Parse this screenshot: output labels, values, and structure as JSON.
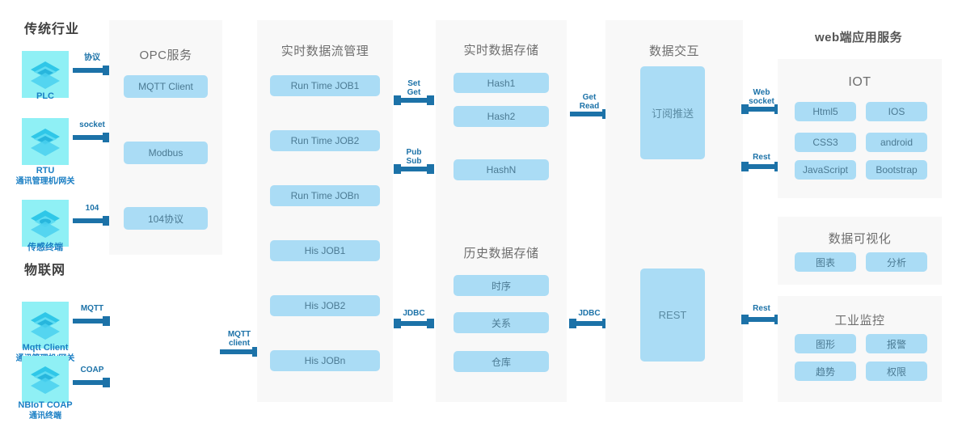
{
  "diagram": {
    "sections": {
      "traditional_industry": "传统行业",
      "iot": "物联网",
      "web_app_services": "web端应用服务"
    },
    "devices": [
      {
        "name": "PLC",
        "sub": "",
        "protocol": "协议"
      },
      {
        "name": "RTU",
        "sub": "通讯管理机/网关",
        "protocol": "socket"
      },
      {
        "name": "传感终端",
        "sub": "",
        "protocol": "104"
      },
      {
        "name": "Mqtt Client",
        "sub": "通讯管理机/网关",
        "protocol": "MQTT"
      },
      {
        "name": "NBIoT COAP",
        "sub": "通讯终端",
        "protocol": "COAP"
      }
    ],
    "opc_service": {
      "title": "OPC服务",
      "items": [
        "MQTT Client",
        "Modbus",
        "104协议"
      ]
    },
    "realtime_stream": {
      "title": "实时数据流管理",
      "items": [
        "Run Time JOB1",
        "Run Time JOB2",
        "Run Time JOBn",
        "His JOB1",
        "His JOB2",
        "His JOBn"
      ]
    },
    "realtime_storage": {
      "title": "实时数据存储",
      "items": [
        "Hash1",
        "Hash2",
        "HashN"
      ]
    },
    "history_storage": {
      "title": "历史数据存储",
      "items": [
        "时序",
        "关系",
        "仓库"
      ]
    },
    "data_exchange": {
      "title": "数据交互",
      "items": [
        "订阅推送",
        "REST"
      ]
    },
    "iot_panel": {
      "title": "IOT",
      "items": [
        "Html5",
        "IOS",
        "CSS3",
        "android",
        "JavaScript",
        "Bootstrap"
      ]
    },
    "visualization_panel": {
      "title": "数据可视化",
      "items": [
        "图表",
        "分析"
      ]
    },
    "monitoring_panel": {
      "title": "工业监控",
      "items": [
        "图形",
        "报警",
        "趋势",
        "权限"
      ]
    },
    "connectors": {
      "mqtt_client": "MQTT\nclient",
      "set_get_line1": "Set",
      "set_get_line2": "Get",
      "pub_sub_line1": "Pub",
      "pub_sub_line2": "Sub",
      "get_read_line1": "Get",
      "get_read_line2": "Read",
      "jdbc_mid": "JDBC",
      "jdbc_right": "JDBC",
      "websocket_line1": "Web",
      "websocket_line2": "socket",
      "rest_top": "Rest",
      "rest_bottom": "Rest"
    },
    "colors": {
      "panel_bg": "#f8f8f8",
      "node_blue": "#aadcf5",
      "connector_blue": "#1c72a8",
      "device_cyan": "#8ff0f5",
      "title_gray": "#6e6e6e"
    }
  }
}
